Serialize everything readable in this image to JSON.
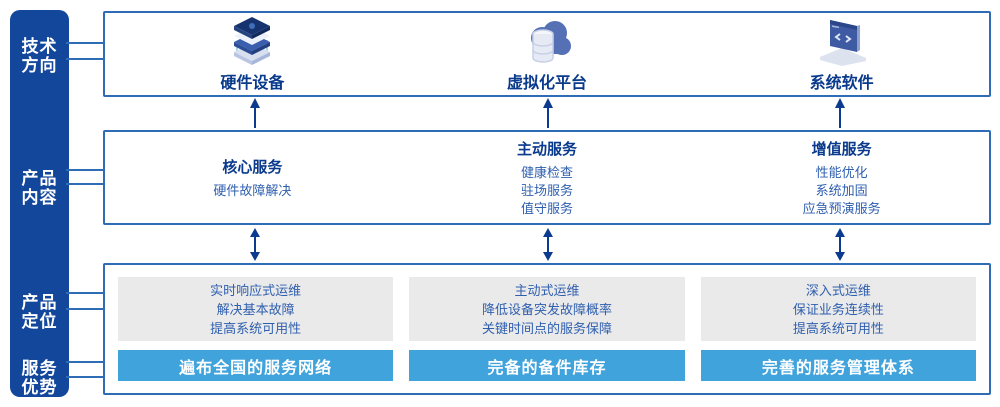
{
  "palette": {
    "sidebar_blue": "#13479C",
    "box_border_blue": "#2E6CB5",
    "title_navy": "#0A3A8C",
    "body_text_blue": "#2F5FAF",
    "bar_light_blue": "#41A3DC",
    "gray_panel": "#EAEAEA",
    "arrow_navy": "#0C3A8E",
    "white": "#FFFFFF"
  },
  "sidebar": {
    "items": [
      {
        "id": "tech-direction",
        "lines": [
          "技术",
          "方向"
        ]
      },
      {
        "id": "product-content",
        "lines": [
          "产品",
          "内容"
        ]
      },
      {
        "id": "product-position",
        "lines": [
          "产品",
          "定位"
        ]
      },
      {
        "id": "service-advantage",
        "lines": [
          "服务",
          "优势"
        ]
      }
    ]
  },
  "tech_row": {
    "items": [
      {
        "icon": "server-stack-icon",
        "label": "硬件设备"
      },
      {
        "icon": "cloud-database-icon",
        "label": "虚拟化平台"
      },
      {
        "icon": "code-window-icon",
        "label": "系统软件"
      }
    ]
  },
  "content_row": {
    "items": [
      {
        "title": "核心服务",
        "lines": [
          "硬件故障解决"
        ]
      },
      {
        "title": "主动服务",
        "lines": [
          "健康检查",
          "驻场服务",
          "值守服务"
        ]
      },
      {
        "title": "增值服务",
        "lines": [
          "性能优化",
          "系统加固",
          "应急预演服务"
        ]
      }
    ]
  },
  "position_row": {
    "items": [
      {
        "lines": [
          "实时响应式运维",
          "解决基本故障",
          "提高系统可用性"
        ],
        "bar": "遍布全国的服务网络"
      },
      {
        "lines": [
          "主动式运维",
          "降低设备突发故障概率",
          "关键时间点的服务保障"
        ],
        "bar": "完备的备件库存"
      },
      {
        "lines": [
          "深入式运维",
          "保证业务连续性",
          "提高系统可用性"
        ],
        "bar": "完善的服务管理体系"
      }
    ]
  }
}
